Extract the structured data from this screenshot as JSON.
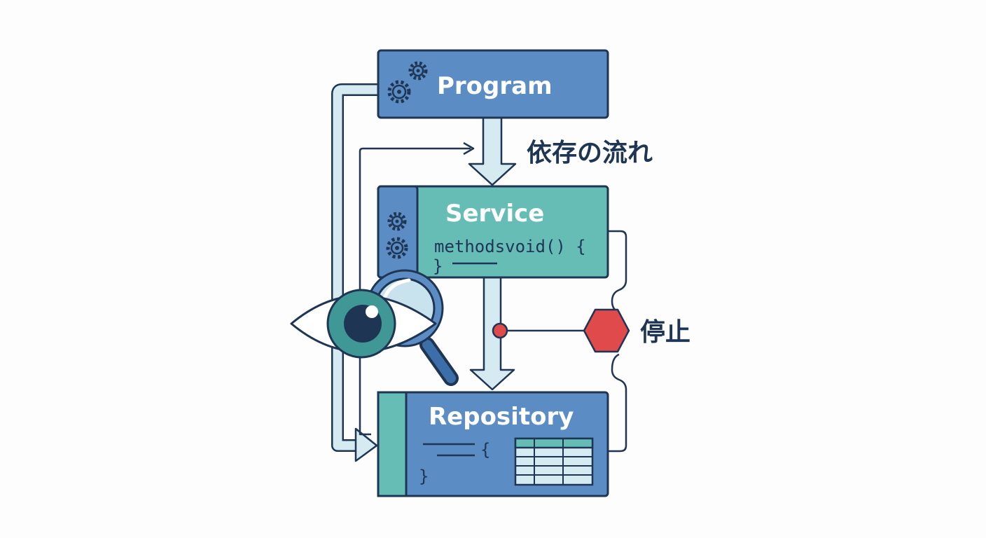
{
  "diagram": {
    "nodes": {
      "program": {
        "title": "Program"
      },
      "service": {
        "title": "Service",
        "code_line": "methodsvoid() {",
        "code_close": "}"
      },
      "repository": {
        "title": "Repository",
        "code_open": "{",
        "code_close": "}"
      }
    },
    "labels": {
      "dependency_flow": "依存の流れ",
      "stop": "停止"
    },
    "colors": {
      "outline": "#1e3553",
      "blue_box": "#5b8dc4",
      "teal_box": "#66bdb6",
      "light_arrow": "#d6eaf2",
      "stop_red": "#e04a4a",
      "eye_teal": "#3f9896"
    },
    "icons": [
      "gear-icon",
      "eye-icon",
      "magnifier-icon",
      "table-icon",
      "stop-hexagon-icon"
    ]
  }
}
